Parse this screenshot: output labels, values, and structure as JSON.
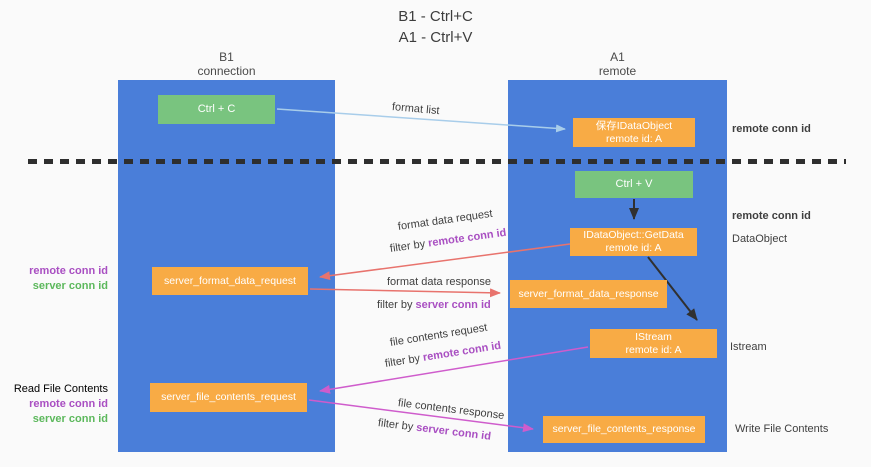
{
  "title": {
    "line1": "B1 - Ctrl+C",
    "line2": "A1 - Ctrl+V"
  },
  "lanes": {
    "left": {
      "title": "B1",
      "subtitle": "connection"
    },
    "right": {
      "title": "A1",
      "subtitle": "remote"
    }
  },
  "boxes": {
    "ctrl_c": {
      "label": "Ctrl + C"
    },
    "ctrl_v": {
      "label": "Ctrl + V"
    },
    "save_idataobject": {
      "line1": "保存IDataObject",
      "line2": "remote id: A"
    },
    "getdata": {
      "line1": "IDataObject::GetData",
      "line2": "remote id: A"
    },
    "istream": {
      "line1": "IStream",
      "line2": "remote id: A"
    },
    "format_request": {
      "label": "server_format_data_request"
    },
    "format_response": {
      "label": "server_format_data_response"
    },
    "file_request": {
      "label": "server_file_contents_request"
    },
    "file_response": {
      "label": "server_file_contents_response"
    }
  },
  "arrows": {
    "format_list": {
      "label": "format list"
    },
    "format_data_request": {
      "label": "format data request",
      "filter_prefix": "filter by",
      "filter_key": "remote conn id"
    },
    "format_data_response": {
      "label": "format data response",
      "filter_prefix": "filter by",
      "filter_key": "server conn id"
    },
    "file_contents_request": {
      "label": "file contents request",
      "filter_prefix": "filter by",
      "filter_key": "remote conn id"
    },
    "file_contents_response": {
      "label": "file contents response",
      "filter_prefix": "filter by",
      "filter_key": "server conn id"
    }
  },
  "side_labels": {
    "right_top_remote_conn_id": "remote conn id",
    "right_mid_remote_conn_id": "remote conn id",
    "dataobject": "DataObject",
    "istream": "Istream",
    "write_file_contents": "Write File Contents",
    "left_remote_conn_id": "remote conn id",
    "left_server_conn_id": "server conn id",
    "read_file_contents": "Read File Contents",
    "left_remote_conn_id_2": "remote conn id",
    "left_server_conn_id_2": "server conn id"
  },
  "colors": {
    "lane_blue": "#4a7ed9",
    "box_orange": "#f8ab45",
    "box_green": "#79c47f",
    "purple": "#a94fc2",
    "green_label": "#5cb85c",
    "arrow_red": "#e8736d",
    "arrow_magenta": "#cf5ccc",
    "arrow_blue": "#a8cdea",
    "arrow_black": "#303030",
    "background": "#fafafa"
  }
}
